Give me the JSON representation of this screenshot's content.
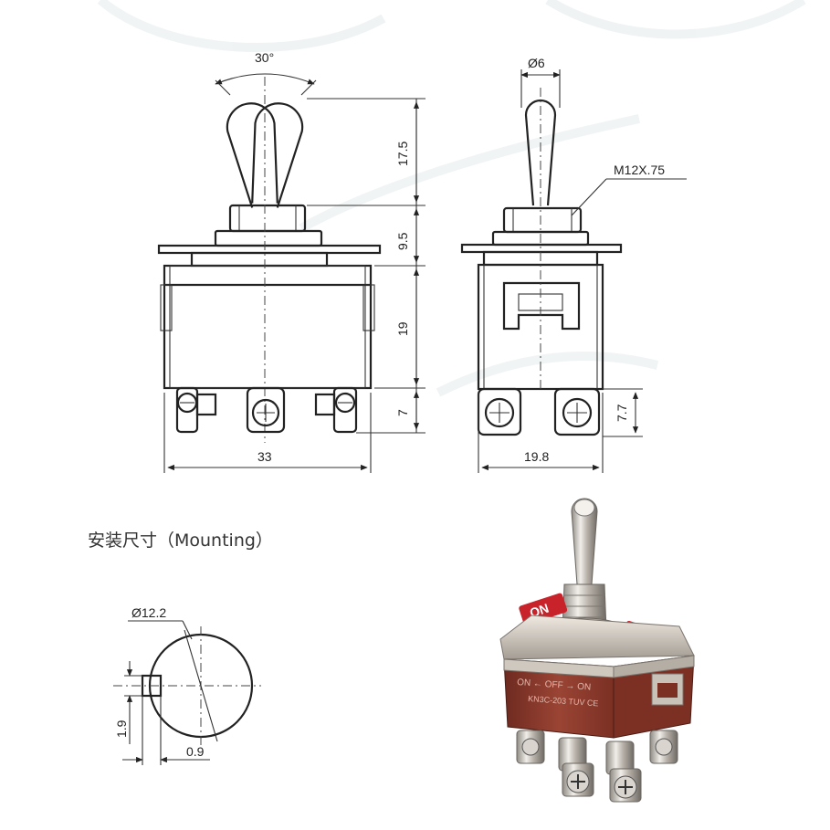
{
  "front_view": {
    "toggle_angle": "30°",
    "dim_lever_height": "17.5",
    "dim_bushing_height": "9.5",
    "dim_body_height": "19",
    "dim_terminal_height": "7",
    "dim_width": "33"
  },
  "side_view": {
    "dim_lever_diameter": "Ø6",
    "thread_spec": "M12X.75",
    "dim_depth": "19.8",
    "dim_terminal_height": "7.7"
  },
  "mounting": {
    "title": "安装尺寸（Mounting）",
    "dim_hole_diameter": "Ø12.2",
    "dim_key_height": "1.9",
    "dim_key_depth": "0.9"
  },
  "product_photo": {
    "on_label_left": "ON",
    "on_label_right": "ON",
    "off_label": "OFF",
    "model_text": "KN3C-203 TUV CE"
  },
  "colors": {
    "line": "#222222",
    "body_red": "#8c3a2c",
    "metal": "#c9c3bb",
    "label_red": "#c8222a"
  }
}
